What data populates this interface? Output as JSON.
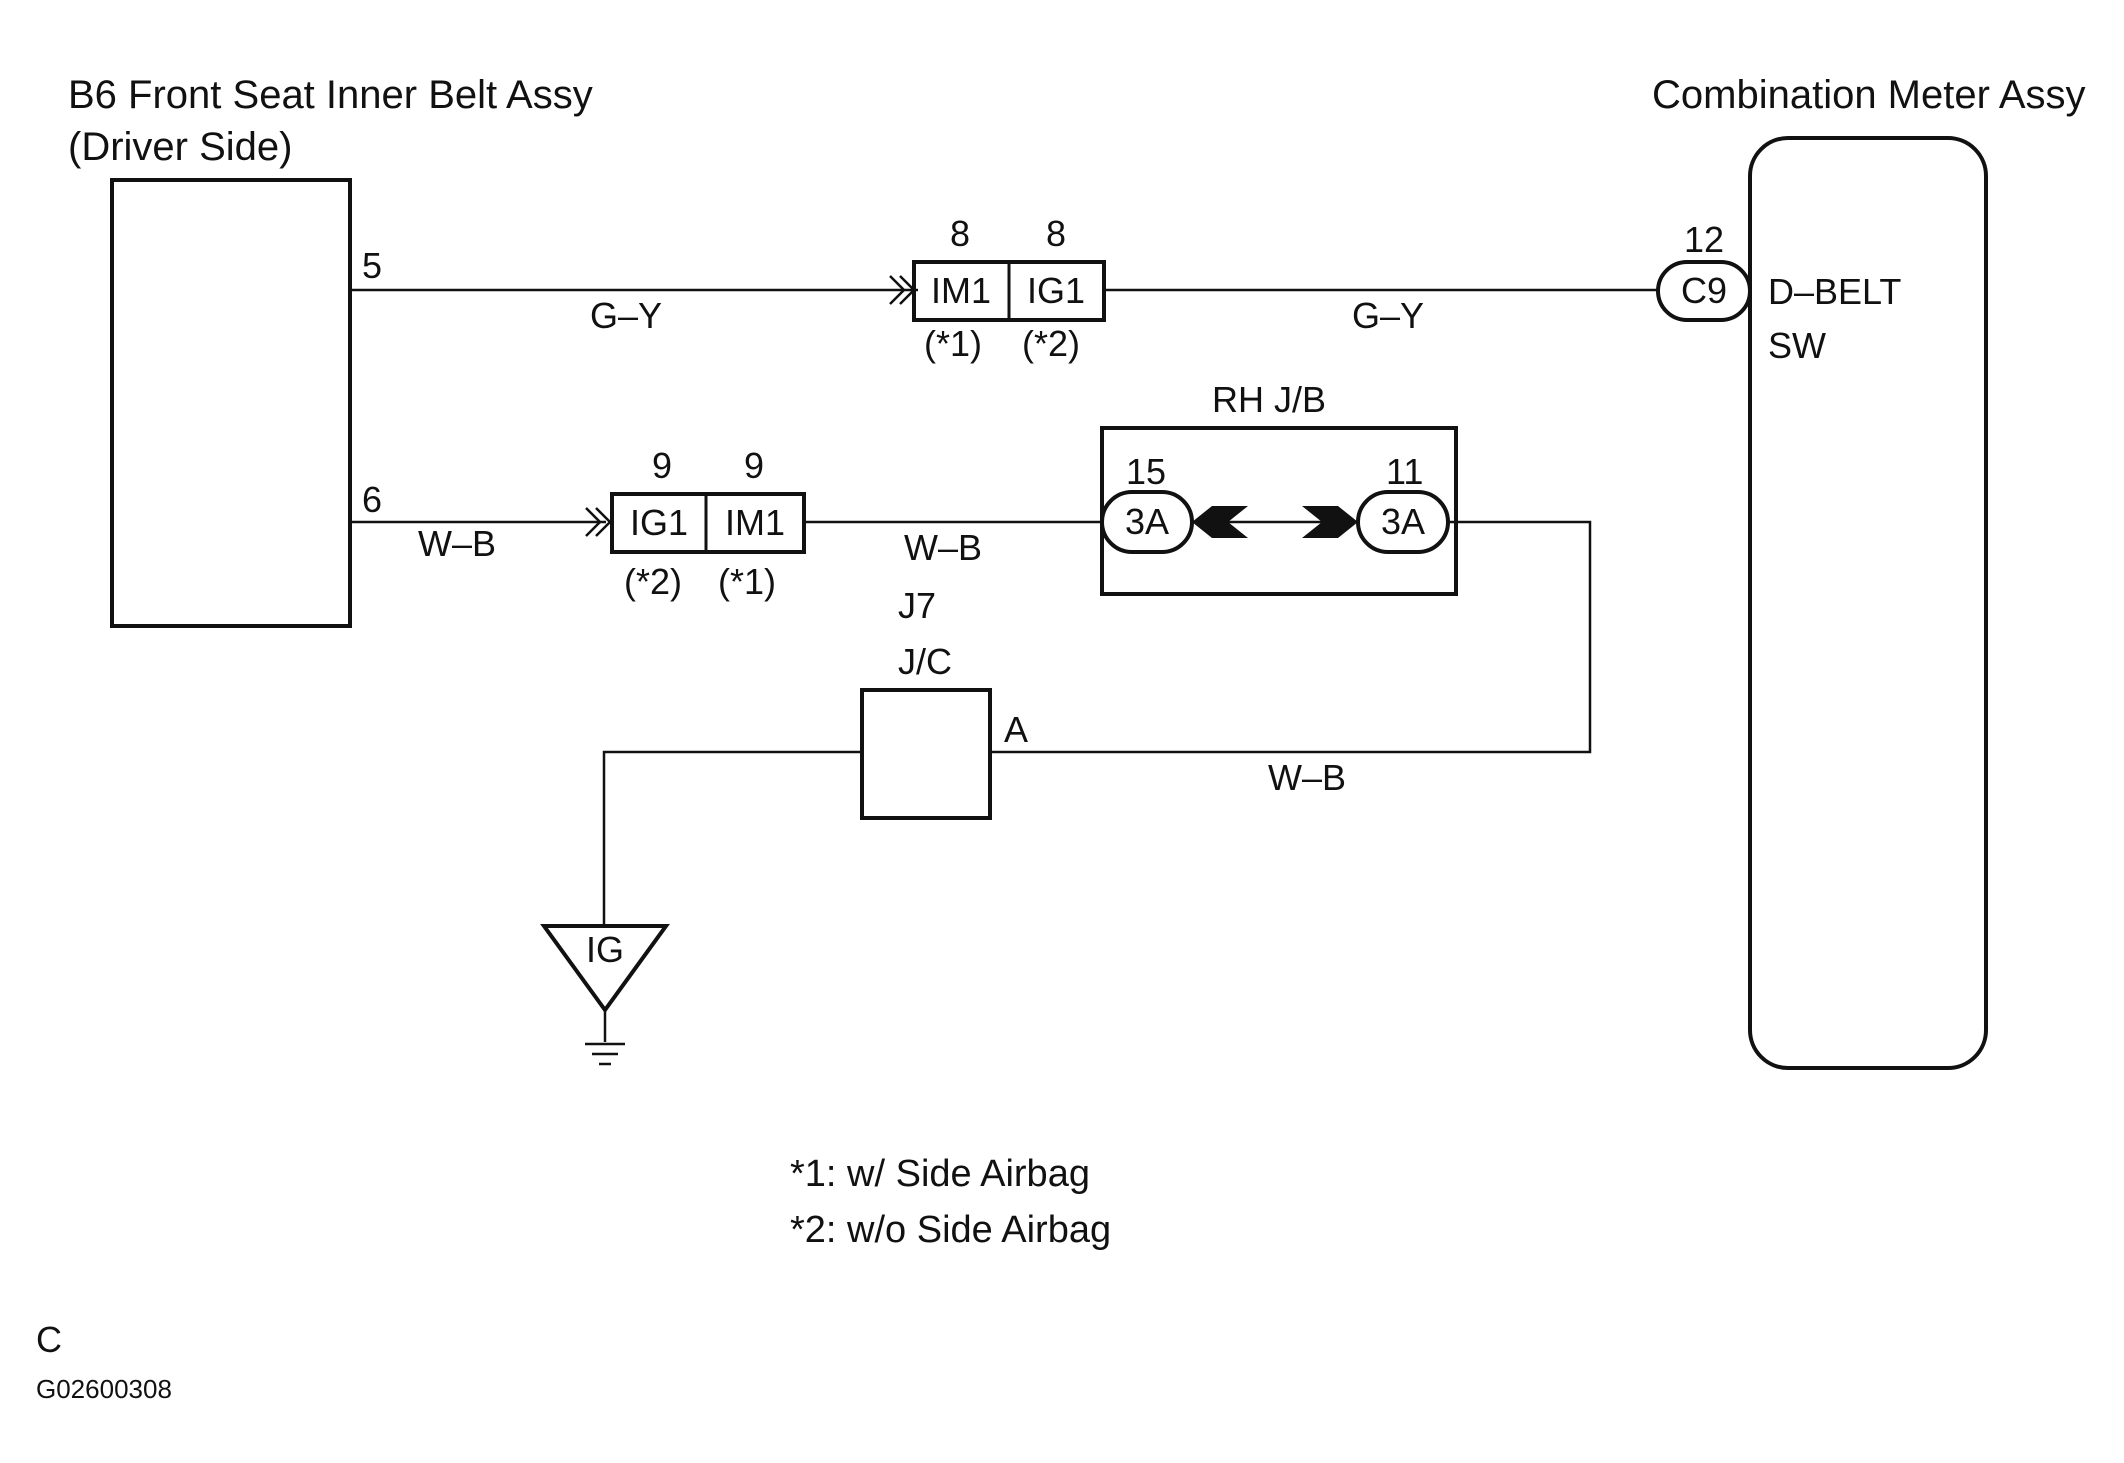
{
  "components": {
    "seat_belt": {
      "title_line1": "B6 Front Seat Inner Belt Assy",
      "title_line2": "(Driver Side)",
      "pin_5": "5",
      "pin_6": "6"
    },
    "meter": {
      "title": "Combination Meter Assy",
      "connector": "C9",
      "pin": "12",
      "label_line1": "D–BELT",
      "label_line2": "SW"
    },
    "rh_jb": {
      "title": "RH J/B",
      "left_pin": "15",
      "left_connector": "3A",
      "right_pin": "11",
      "right_connector": "3A"
    },
    "junction_connector": {
      "id": "J7",
      "type": "J/C",
      "terminal": "A"
    },
    "ground": {
      "label": "IG"
    }
  },
  "connectors": {
    "top": {
      "pin_left": "8",
      "pin_right": "8",
      "left": "IM1",
      "right": "IG1",
      "note_left": "(*1)",
      "note_right": "(*2)"
    },
    "bottom": {
      "pin_left": "9",
      "pin_right": "9",
      "left": "IG1",
      "right": "IM1",
      "note_left": "(*2)",
      "note_right": "(*1)"
    }
  },
  "wires": {
    "gy_left": "G–Y",
    "gy_right": "G–Y",
    "wb_left": "W–B",
    "wb_mid": "W–B",
    "wb_bottom": "W–B"
  },
  "notes": {
    "note1": "*1: w/ Side Airbag",
    "note2": "*2: w/o Side Airbag"
  },
  "footer": {
    "code": "C",
    "figure_id": "G02600308"
  }
}
